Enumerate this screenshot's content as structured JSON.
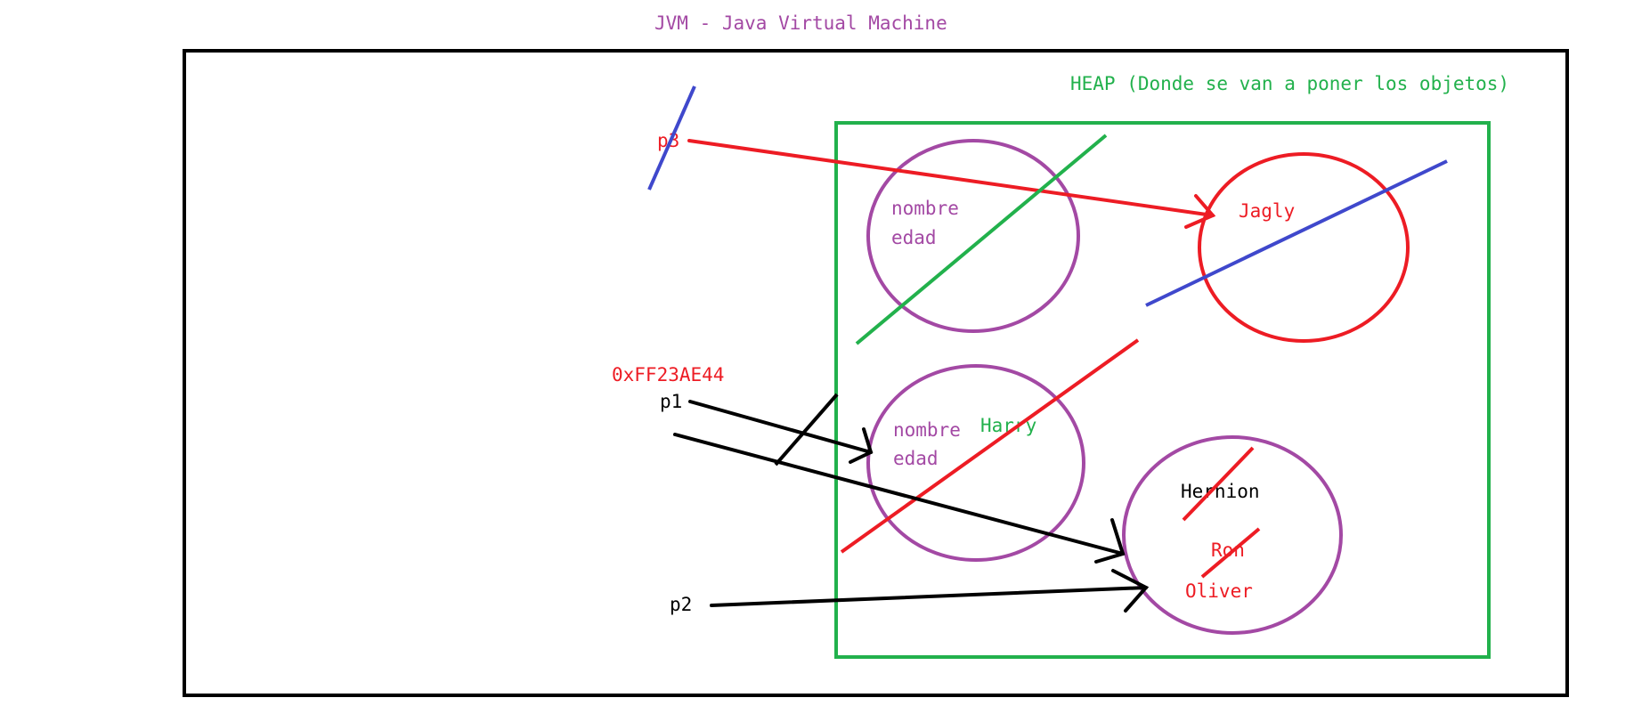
{
  "title": "JVM - Java Virtual Machine",
  "heap_label": "HEAP (Donde se van a poner los objetos)",
  "references": {
    "p1": "p1",
    "p2": "p2",
    "p3": "p3",
    "address": "0xFF23AE44"
  },
  "objects": {
    "obj1": {
      "field1": "nombre",
      "field2": "edad"
    },
    "obj2": {
      "field1": "nombre",
      "field2": "edad",
      "value": "Harry"
    },
    "obj3": {
      "value": "Jagly"
    },
    "obj4": {
      "value1": "Hernion",
      "value2": "Ron",
      "value3": "Oliver"
    }
  },
  "colors": {
    "title": "#a349a4",
    "heap": "#22b14c",
    "object": "#a349a4",
    "red": "#ed1c24",
    "blue": "#3f48cc",
    "black": "#000000"
  }
}
